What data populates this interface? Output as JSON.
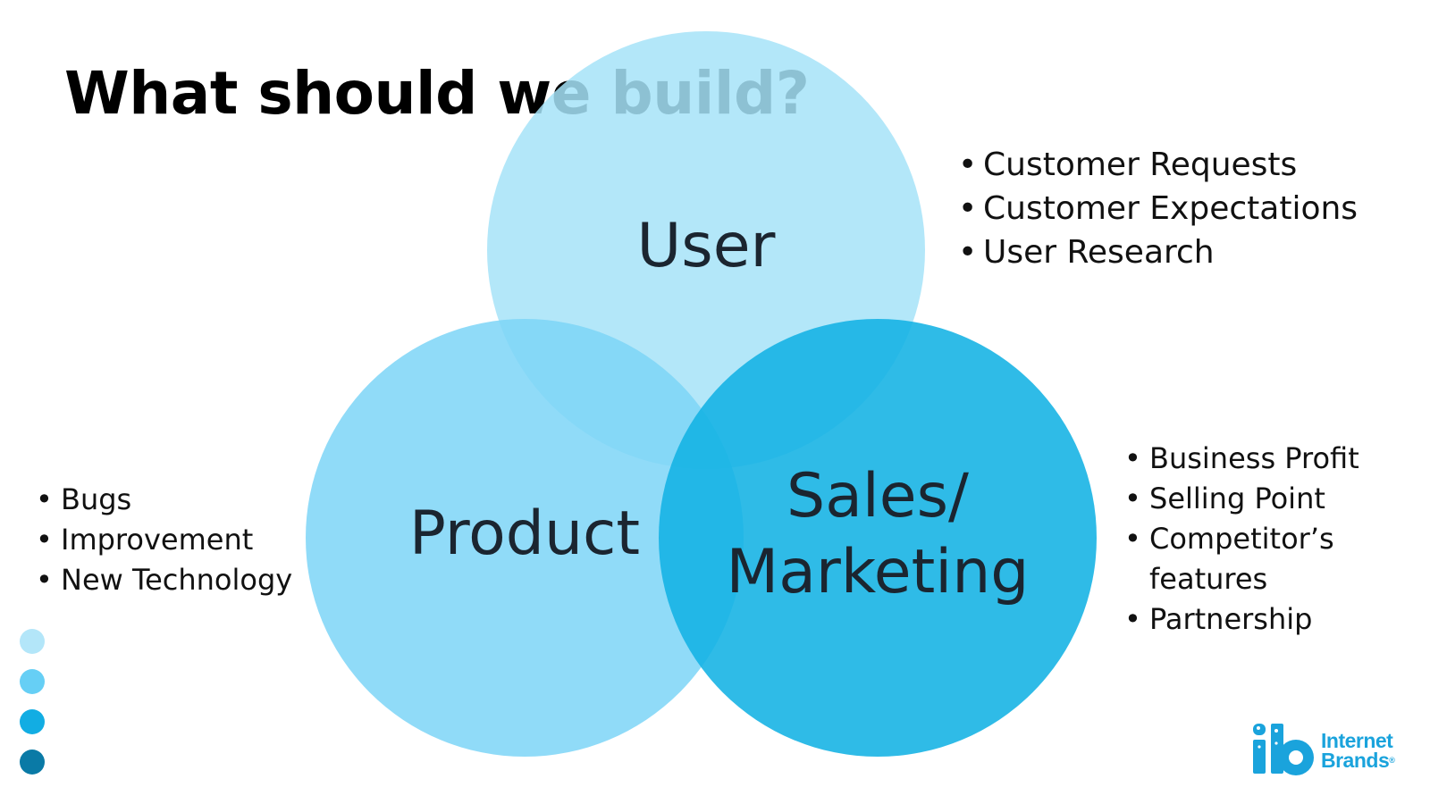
{
  "slide": {
    "title": "What should we build?"
  },
  "venn": {
    "circles": [
      {
        "id": "user",
        "label_lines": [
          "User"
        ],
        "color": "#a6e3f8",
        "opacity": 0.85
      },
      {
        "id": "product",
        "label_lines": [
          "Product"
        ],
        "color": "#7dd5f7",
        "opacity": 0.85
      },
      {
        "id": "sales",
        "label_lines": [
          "Sales/",
          "Marketing"
        ],
        "color": "#12b2e4",
        "opacity": 0.88
      }
    ]
  },
  "bullets": {
    "user": [
      "Customer Requests",
      "Customer Expectations",
      "User Research"
    ],
    "product": [
      "Bugs",
      "Improvement",
      "New Technology"
    ],
    "sales": [
      "Business Profit",
      "Selling Point",
      "Competitor’s",
      "features",
      "Partnership"
    ],
    "marker": "•"
  },
  "decor_dots": {
    "colors": [
      "#b3e6f9",
      "#66cff5",
      "#12ade3",
      "#0a7aa6"
    ]
  },
  "logo": {
    "icon": "ib-logo-icon",
    "line1": "Internet",
    "line2": "Brands",
    "reg": "®",
    "color": "#1aa3dc"
  }
}
